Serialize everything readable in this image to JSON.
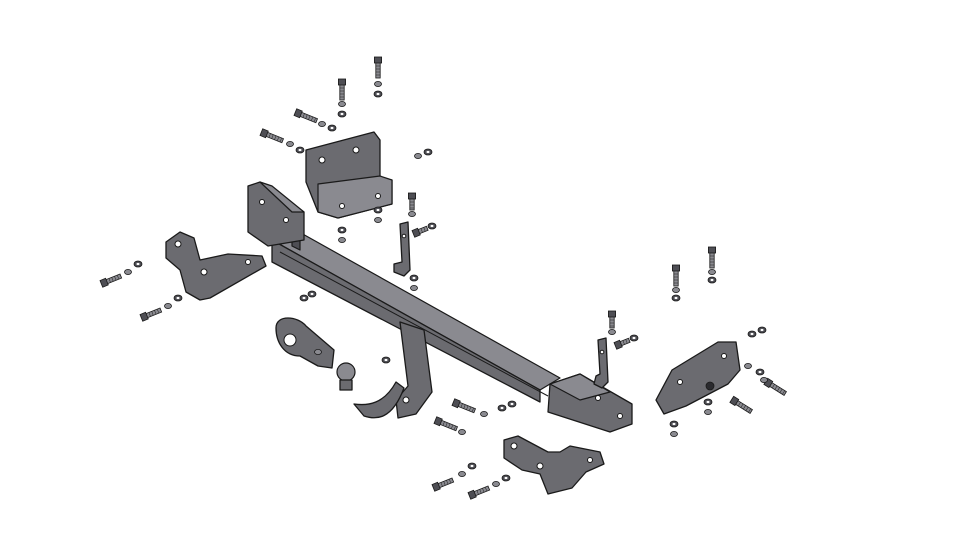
{
  "diagram": {
    "type": "exploded-assembly-drawing",
    "subject": "tow-bar-hitch-assembly",
    "colors": {
      "background": "#ffffff",
      "metal": "#6b6b70",
      "metal_light": "#8a8a90",
      "metal_dark": "#4e4e54",
      "outline": "#1a1a1a"
    },
    "parts": [
      {
        "name": "main-crossbar"
      },
      {
        "name": "left-end-plate"
      },
      {
        "name": "right-end-plate"
      },
      {
        "name": "upper-mounting-bracket"
      },
      {
        "name": "left-side-bracket"
      },
      {
        "name": "right-side-bracket"
      },
      {
        "name": "lower-front-bracket"
      },
      {
        "name": "tow-ball-neck"
      },
      {
        "name": "socket-plate"
      },
      {
        "name": "small-strap-left"
      },
      {
        "name": "small-strap-right"
      }
    ]
  }
}
